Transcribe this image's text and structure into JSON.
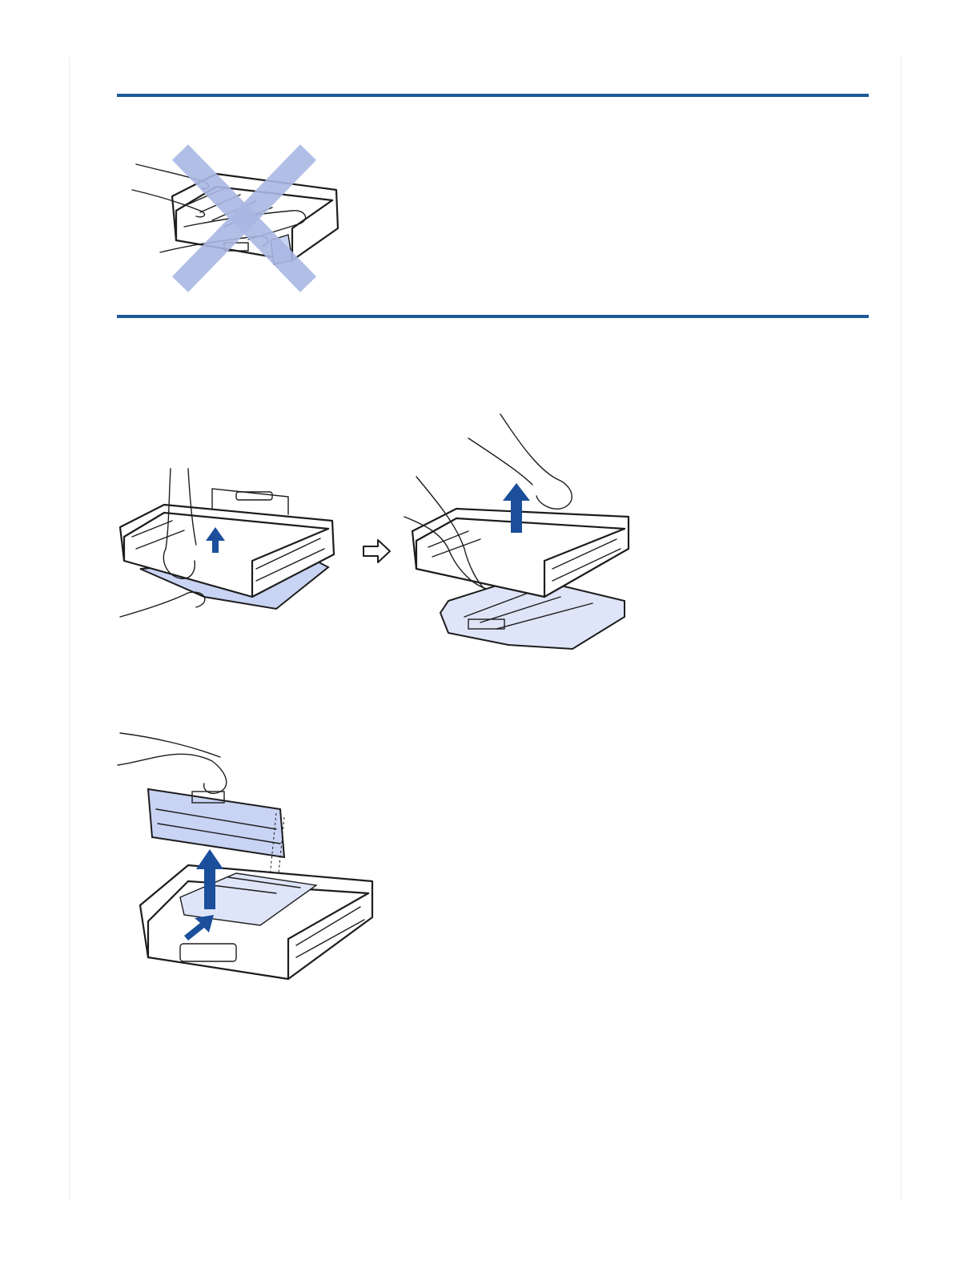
{
  "colors": {
    "rule": "#1b5a96",
    "cross": "#a9b7e3",
    "arrow": "#1b4f9c",
    "part_fill": "#c9d3f3",
    "part_fill_light": "#dfe5f8"
  },
  "icons": {
    "step_arrow": "outline-right-arrow",
    "lift_arrow": "solid-up-arrow",
    "prohibited": "x-cross"
  }
}
